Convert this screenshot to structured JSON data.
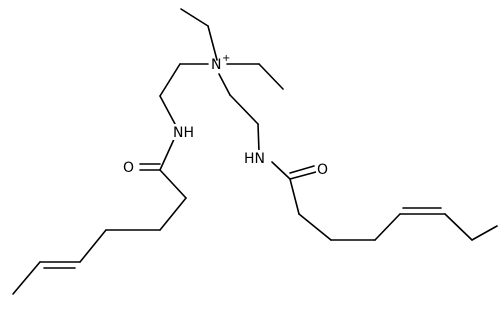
{
  "molecule": {
    "labels": {
      "n_plus": "N",
      "charge": "+",
      "nh_left": "NH",
      "o_left": "O",
      "nh_right": "HN",
      "o_right": "O"
    },
    "colors": {
      "bond": "#000000",
      "text": "#000000",
      "background": "#ffffff"
    }
  }
}
